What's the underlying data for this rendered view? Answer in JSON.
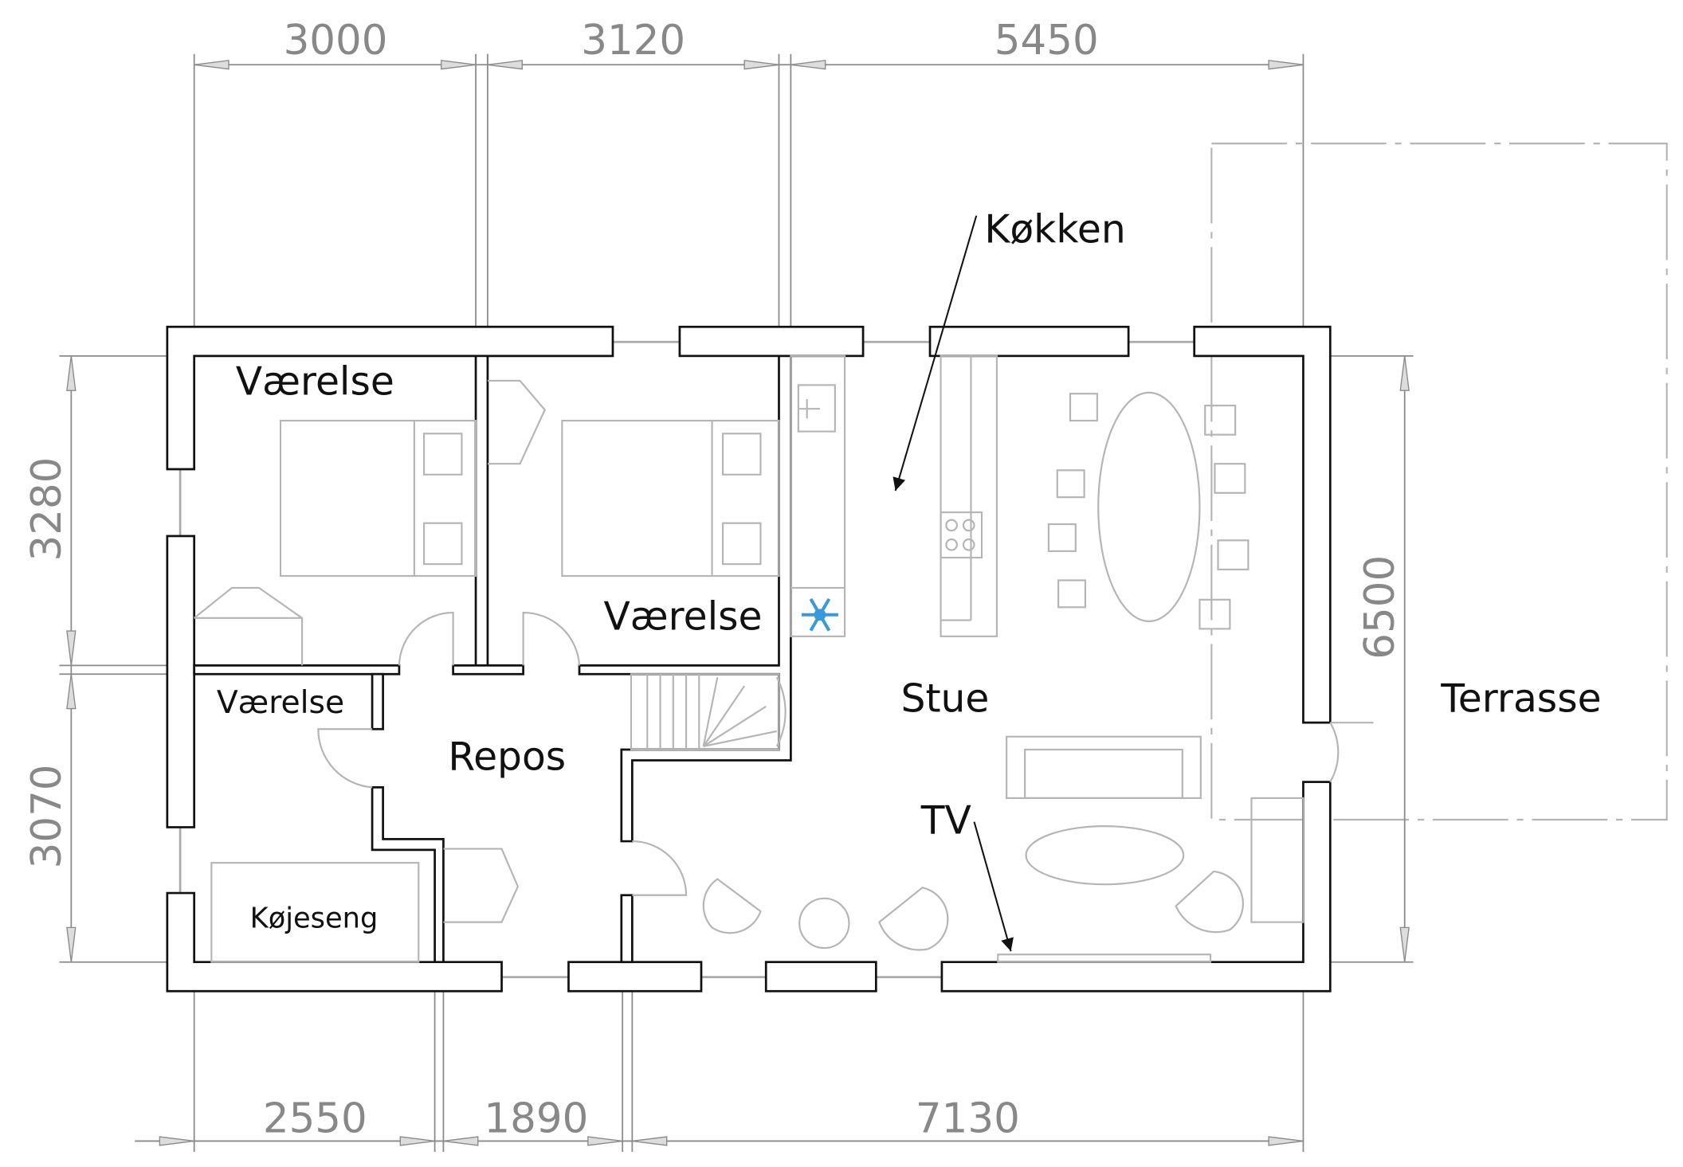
{
  "title": "Floor plan",
  "colors": {
    "wall": "#111111",
    "furniture": "#b5b5b5",
    "dimension": "#888888",
    "freezer": "#3a9ad9"
  },
  "dimensions": {
    "top": [
      "3000",
      "3120",
      "5450"
    ],
    "bottom": [
      "2550",
      "1890",
      "7130"
    ],
    "left": [
      "3280",
      "3070"
    ],
    "right": [
      "6500"
    ]
  },
  "rooms": {
    "bedroom_1": "Værelse",
    "bedroom_2": "Værelse",
    "bedroom_3": "Værelse",
    "landing": "Repos",
    "kitchen": "Køkken",
    "living": "Stue",
    "terrace": "Terrasse",
    "bunk_bed": "Køjeseng",
    "tv": "TV"
  },
  "icons": {
    "freezer": "snowflake-icon"
  }
}
